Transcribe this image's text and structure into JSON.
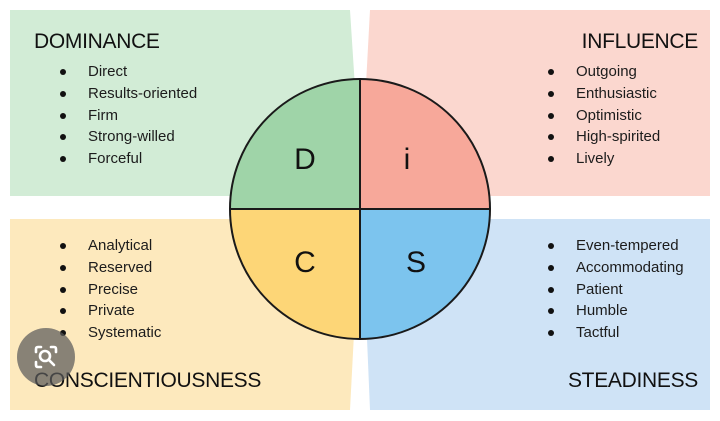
{
  "colors": {
    "dominance": "#d2ecd6",
    "influence": "#fbd7cf",
    "conscientiousness": "#fde9bd",
    "steadiness": "#cfe3f6",
    "circle_d": "#9fd4a8",
    "circle_i": "#f7a89a",
    "circle_c": "#fdd677",
    "circle_s": "#7cc4ee"
  },
  "quadrants": {
    "dominance": {
      "title": "DOMINANCE",
      "letter": "D",
      "traits": [
        "Direct",
        "Results-oriented",
        "Firm",
        "Strong-willed",
        "Forceful"
      ]
    },
    "influence": {
      "title": "INFLUENCE",
      "letter": "i",
      "traits": [
        "Outgoing",
        "Enthusiastic",
        "Optimistic",
        "High-spirited",
        "Lively"
      ]
    },
    "conscientiousness": {
      "title": "CONSCIENTIOUSNESS",
      "letter": "C",
      "traits": [
        "Analytical",
        "Reserved",
        "Precise",
        "Private",
        "Systematic"
      ]
    },
    "steadiness": {
      "title": "STEADINESS",
      "letter": "S",
      "traits": [
        "Even-tempered",
        "Accommodating",
        "Patient",
        "Humble",
        "Tactful"
      ]
    }
  },
  "overlay": {
    "icon": "lens-search-icon"
  }
}
